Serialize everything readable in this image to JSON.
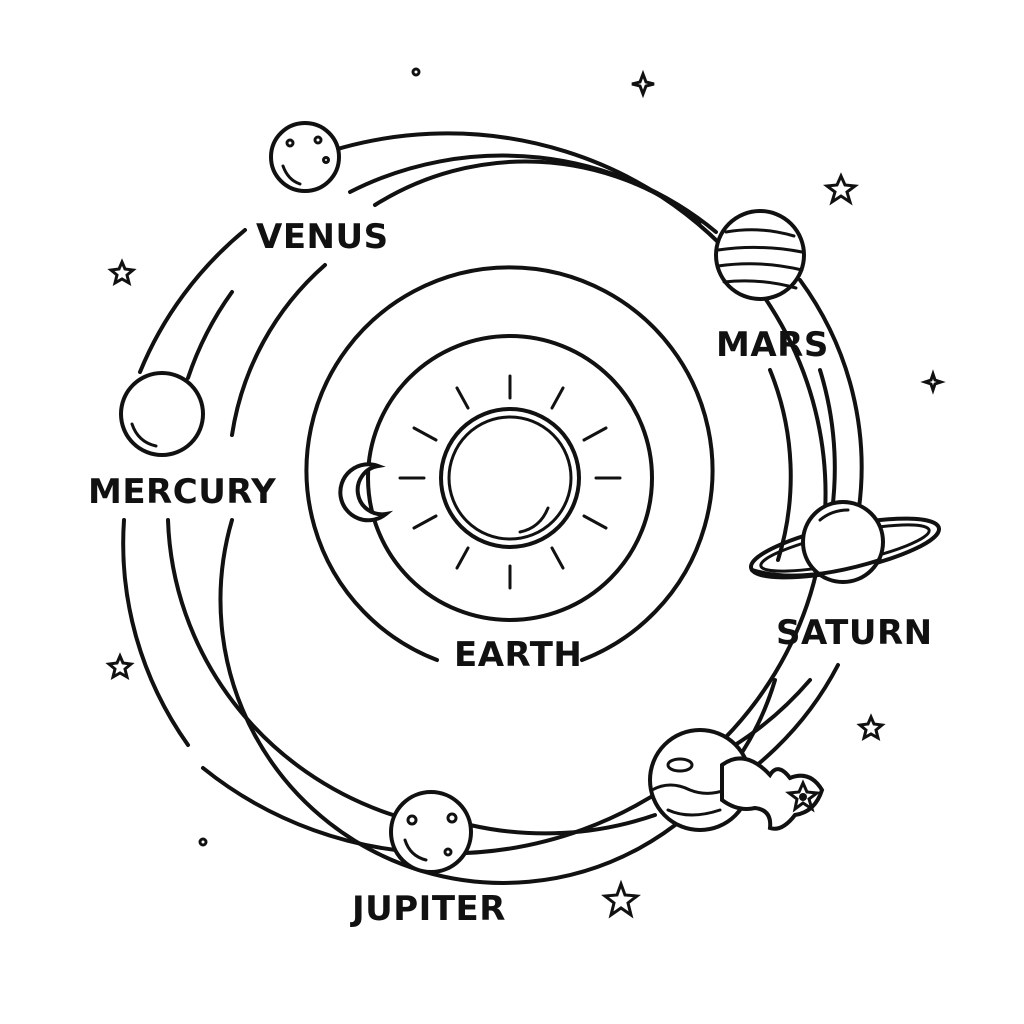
{
  "labels": {
    "venus": "VENUS",
    "mars": "MARS",
    "mercury": "MERCURY",
    "earth": "EARTH",
    "saturn": "SATURN",
    "jupiter": "JUPITER"
  },
  "colors": {
    "line": "#111111",
    "background": "#ffffff"
  }
}
